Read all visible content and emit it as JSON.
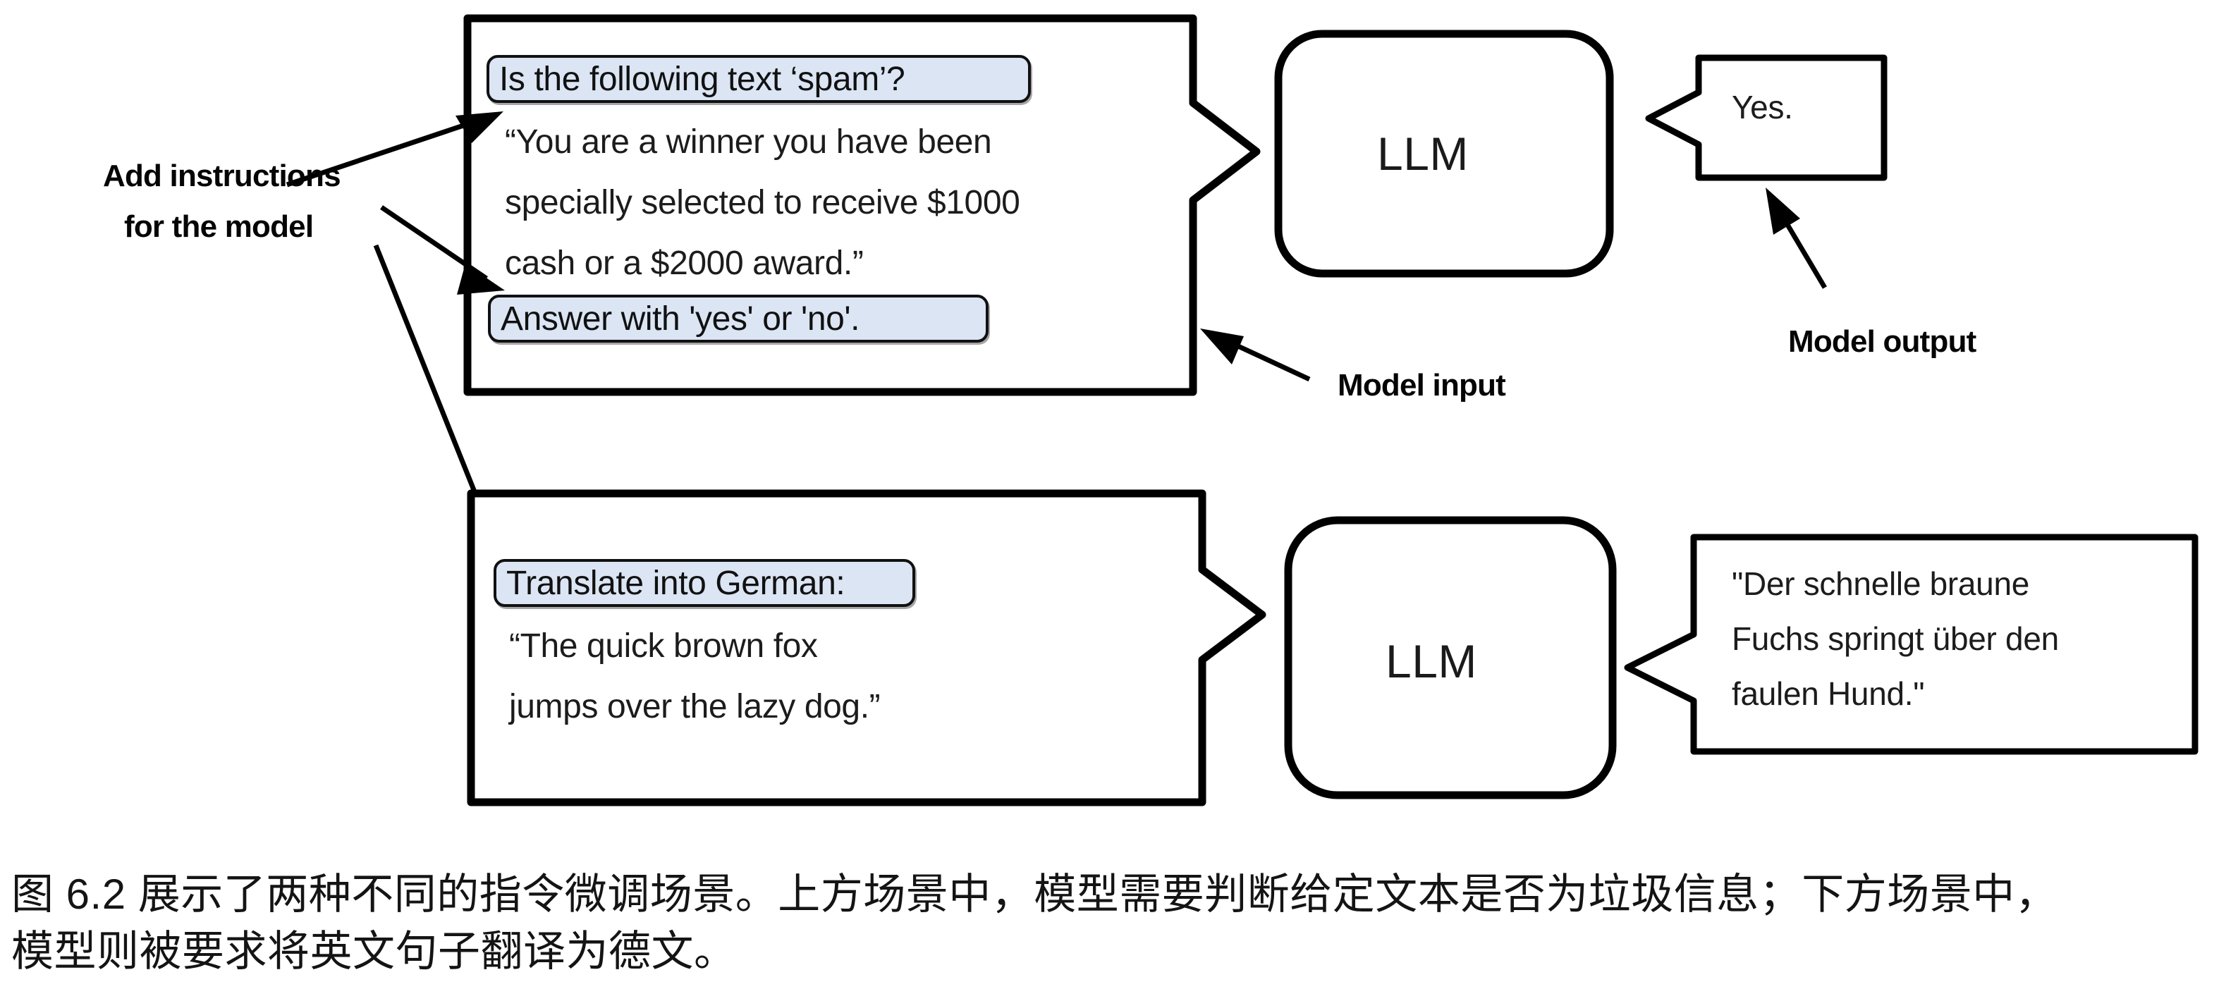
{
  "figure": {
    "title_id": "figure-6-2",
    "background_color": "#ffffff",
    "highlight_color": "#dbe5f4",
    "stroke_color": "#000000",
    "text_color": "#1a1a1a"
  },
  "annotations": {
    "add_instructions_line1": "Add instructions",
    "add_instructions_line2": "for the model",
    "model_input": "Model input",
    "model_output": "Model output"
  },
  "scenario_spam": {
    "instruction_pill": "Is the following text ‘spam’?",
    "body_line1": "“You are a winner you have been",
    "body_line2": "specially selected to receive $1000",
    "body_line3": "cash or a $2000 award.”",
    "answer_pill": "Answer with 'yes' or 'no'.",
    "model_name": "LLM",
    "output_line1": "Yes."
  },
  "scenario_translate": {
    "instruction_pill": "Translate into German:",
    "body_line1": "“The quick brown fox",
    "body_line2": "jumps over the lazy dog.”",
    "model_name": "LLM",
    "output_line1": "\"Der schnelle braune",
    "output_line2": "Fuchs springt über den",
    "output_line3": "faulen Hund.\""
  },
  "caption": {
    "line1": "图 6.2 展示了两种不同的指令微调场景。上方场景中，模型需要判断给定文本是否为垃圾信息；下方场景中，",
    "line2": "模型则被要求将英文句子翻译为德文。"
  }
}
